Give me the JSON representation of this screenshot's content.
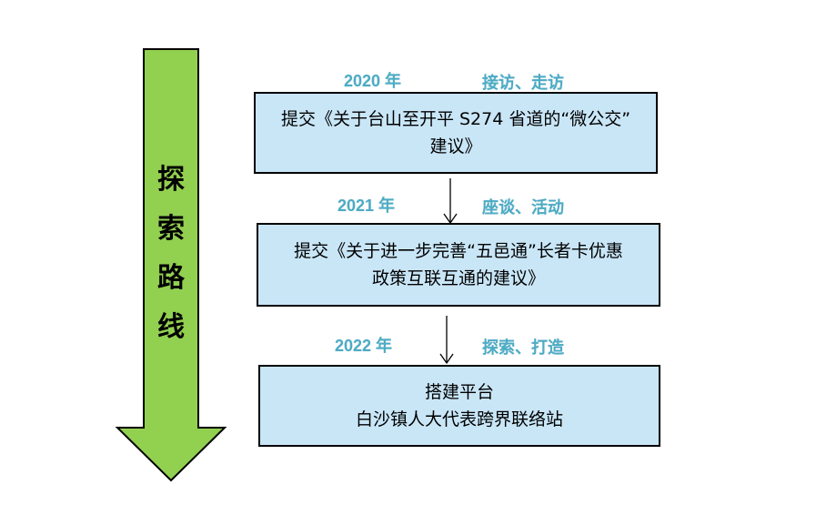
{
  "colors": {
    "arrow_fill": "#92d050",
    "arrow_stroke": "#000000",
    "stage_label": "#4bacc6",
    "box_fill": "#c9e6f7",
    "box_border": "#000000"
  },
  "main_arrow": {
    "label": [
      "探",
      "索",
      "路",
      "线"
    ]
  },
  "stages": [
    {
      "year": "2020 年",
      "actions": "接访、走访",
      "box_lines": [
        "提交《关于台山至开平 S274 省道的“微公交”",
        "建议》"
      ]
    },
    {
      "year": "2021 年",
      "actions": "座谈、活动",
      "box_lines": [
        "提交《关于进一步完善“五邑通”长者卡优惠",
        "政策互联互通的建议》"
      ]
    },
    {
      "year": "2022 年",
      "actions": "探索、打造",
      "box_lines": [
        "搭建平台",
        "白沙镇人大代表跨界联络站"
      ]
    }
  ]
}
